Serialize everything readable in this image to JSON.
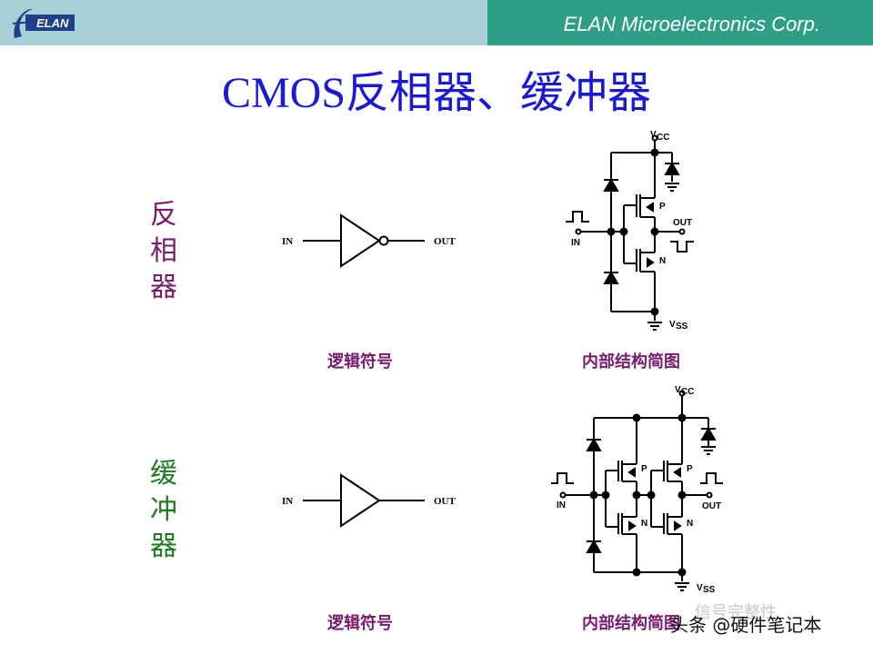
{
  "header": {
    "logo_text": "ELAN",
    "company": "ELAN Microelectronics Corp."
  },
  "title": "CMOS反相器、缓冲器",
  "inverter": {
    "label_chars": [
      "反",
      "相",
      "器"
    ],
    "symbol": {
      "in": "IN",
      "out": "OUT"
    },
    "circuit": {
      "vcc": "V",
      "vcc_sub": "CC",
      "vss": "V",
      "vss_sub": "SS",
      "p": "P",
      "n": "N",
      "in": "IN",
      "out": "OUT"
    },
    "caption_symbol": "逻辑符号",
    "caption_internal": "内部结构简图"
  },
  "buffer": {
    "label_chars": [
      "缓",
      "冲",
      "器"
    ],
    "symbol": {
      "in": "IN",
      "out": "OUT"
    },
    "circuit": {
      "vcc": "V",
      "vcc_sub": "CC",
      "vss": "V",
      "vss_sub": "SS",
      "p": "P",
      "n": "N",
      "in": "IN",
      "out": "OUT"
    },
    "caption_symbol": "逻辑符号",
    "caption_internal": "内部结构简图"
  },
  "watermark": {
    "faint": "信号完整性",
    "main": "头条 @硬件笔记本"
  },
  "colors": {
    "header_left": "#a6cfd6",
    "header_right": "#2e9f86",
    "title": "#1a1ad6",
    "inverter_label": "#7a1a6e",
    "buffer_label": "#1f7a1f",
    "caption": "#7a1a6e"
  }
}
